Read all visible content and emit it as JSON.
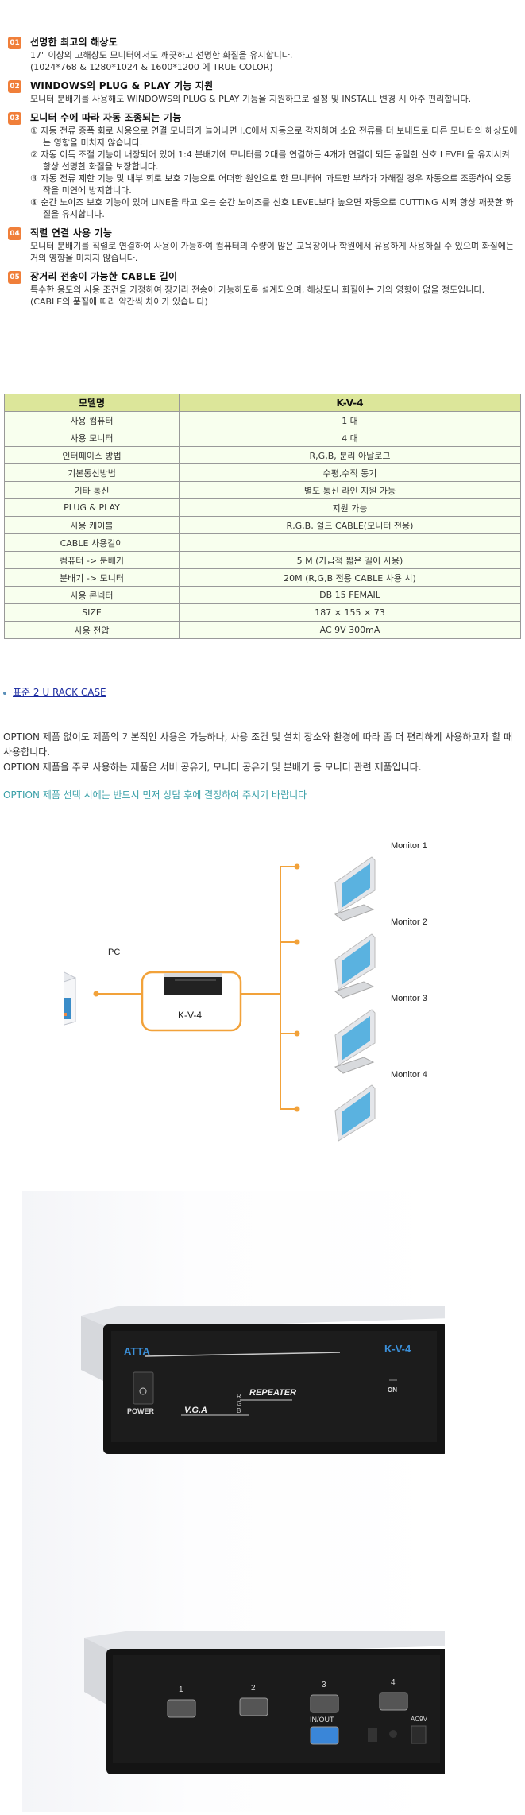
{
  "features": [
    {
      "num": "01",
      "title": "선명한 최고의 해상도",
      "lines": [
        "17\" 이상의 고해상도 모니터에서도 깨끗하고 선명한 화질을 유지합니다.",
        "(1024*768 & 1280*1024 & 1600*1200 에 TRUE COLOR)"
      ]
    },
    {
      "num": "02",
      "title": "WINDOWS의 PLUG & PLAY 기능 지원",
      "lines": [
        "모니터 분배기를 사용해도 WINDOWS의 PLUG & PLAY 기능을 지원하므로 설정 및 INSTALL 변경 시 아주 편리합니다."
      ]
    },
    {
      "num": "03",
      "title": "모니터 수에 따라 자동 조종되는 기능",
      "lines": [
        "① 자동 전류 증폭 회로 사용으로 연결 모니터가 늘어나면 I.C에서 자동으로 감지하여 소요 전류를 더 보내므로 다른 모니터의 해상도에는 영향을 미치지 않습니다.",
        "② 자동 이득 조절 기능이 내장되어 있어 1:4 분배기에 모니터를 2대를 연결하든 4개가 연결이 되든 동일한 신호 LEVEL을 유지시켜 항상 선명한 화질을 보장합니다.",
        "③ 자동 전류 제한 기능 및 내부 회로 보호 기능으로 어떠한 원인으로 한 모니터에 과도한 부하가 가해질 경우 자동으로 조종하여 오동작을 미연에 방지합니다.",
        "④ 순간 노이즈 보호 기능이 있어 LINE을 타고 오는 순간 노이즈를 신호 LEVEL보다 높으면 자동으로 CUTTING 시켜 항상 깨끗한 화질을 유지합니다."
      ]
    },
    {
      "num": "04",
      "title": "직렬 연결 사용 기능",
      "lines": [
        "모니터 분배기를 직렬로 연결하여 사용이 가능하여 컴퓨터의 수량이 많은 교육장이나 학원에서 유용하게 사용하실 수 있으며 화질에는 거의 영향을 미치지 않습니다."
      ]
    },
    {
      "num": "05",
      "title": "장거리 전송이 가능한 CABLE 길이",
      "lines": [
        "특수한 용도의 사용 조건을 가정하여 장거리 전송이 가능하도록 설계되으며, 해상도나 화질에는 거의 영향이 없을 정도입니다. (CABLE의 품질에 따라 약간씩 차이가 있습니다)"
      ]
    }
  ],
  "spec_table": {
    "header": [
      "모델명",
      "K-V-4"
    ],
    "rows": [
      [
        "사용 컴퓨터",
        "1 대"
      ],
      [
        "사용 모니터",
        "4 대"
      ],
      [
        "인터페이스 방법",
        "R,G,B, 분리 아날로그"
      ],
      [
        "기본통신방법",
        "수평,수직 동기"
      ],
      [
        "기타 통신",
        "별도 통신 라인 지원 가능"
      ],
      [
        "PLUG & PLAY",
        "지원 가능"
      ],
      [
        "사용 케이블",
        "R,G,B, 쉴드 CABLE(모니터 전용)"
      ],
      [
        "CABLE 사용길이",
        ""
      ],
      [
        "컴퓨터 -> 분배기",
        "5 M (가급적 짧은 길이 사용)"
      ],
      [
        "분배기 -> 모니터",
        "20M (R,G,B 전용 CABLE 사용 시)"
      ],
      [
        "사용 콘넥터",
        "DB 15 FEMAIL"
      ],
      [
        "SIZE",
        "187 × 155 × 73"
      ],
      [
        "사용 전압",
        "AC 9V 300mA"
      ]
    ]
  },
  "option": {
    "link_label": "표준 2 U RACK CASE",
    "paragraph1": "OPTION 제품 없이도 제품의 기본적인 사용은 가능하나, 사용 조건 및 설치 장소와 환경에 따라 좀 더 편리하게 사용하고자 할 때 사용합니다.",
    "paragraph2": "OPTION 제품을 주로 사용하는 제품은 서버 공유기, 모니터 공유기 및 분배기 등 모니터 관련 제품입니다.",
    "note": "OPTION 제품 선택 시에는 반드시 먼저 상담 후에 결정하여 주시기 바랍니다",
    "note_color": "#3aa0a8"
  },
  "diagram": {
    "pc_label": "PC",
    "device_label": "K-V-4",
    "monitors": [
      "Monitor 1",
      "Monitor 2",
      "Monitor 3",
      "Monitor 4"
    ],
    "line_color": "#f2a23a"
  },
  "front_photo": {
    "brand": "ATTA",
    "model": "K-V-4",
    "power_label": "POWER",
    "on_label": "ON",
    "repeater_label": "REPEATER",
    "vga_label": "V.G.A",
    "rgb": [
      "R",
      "G",
      "B"
    ]
  },
  "rear_photo": {
    "ports": [
      "1",
      "2",
      "3",
      "4"
    ],
    "inout_label": "IN/OUT",
    "power_label": "AC9V"
  },
  "colors": {
    "badge": "#f07f3a",
    "table_header": "#dce69a",
    "table_row": "#f8ffee",
    "link": "#1a2aa0"
  }
}
